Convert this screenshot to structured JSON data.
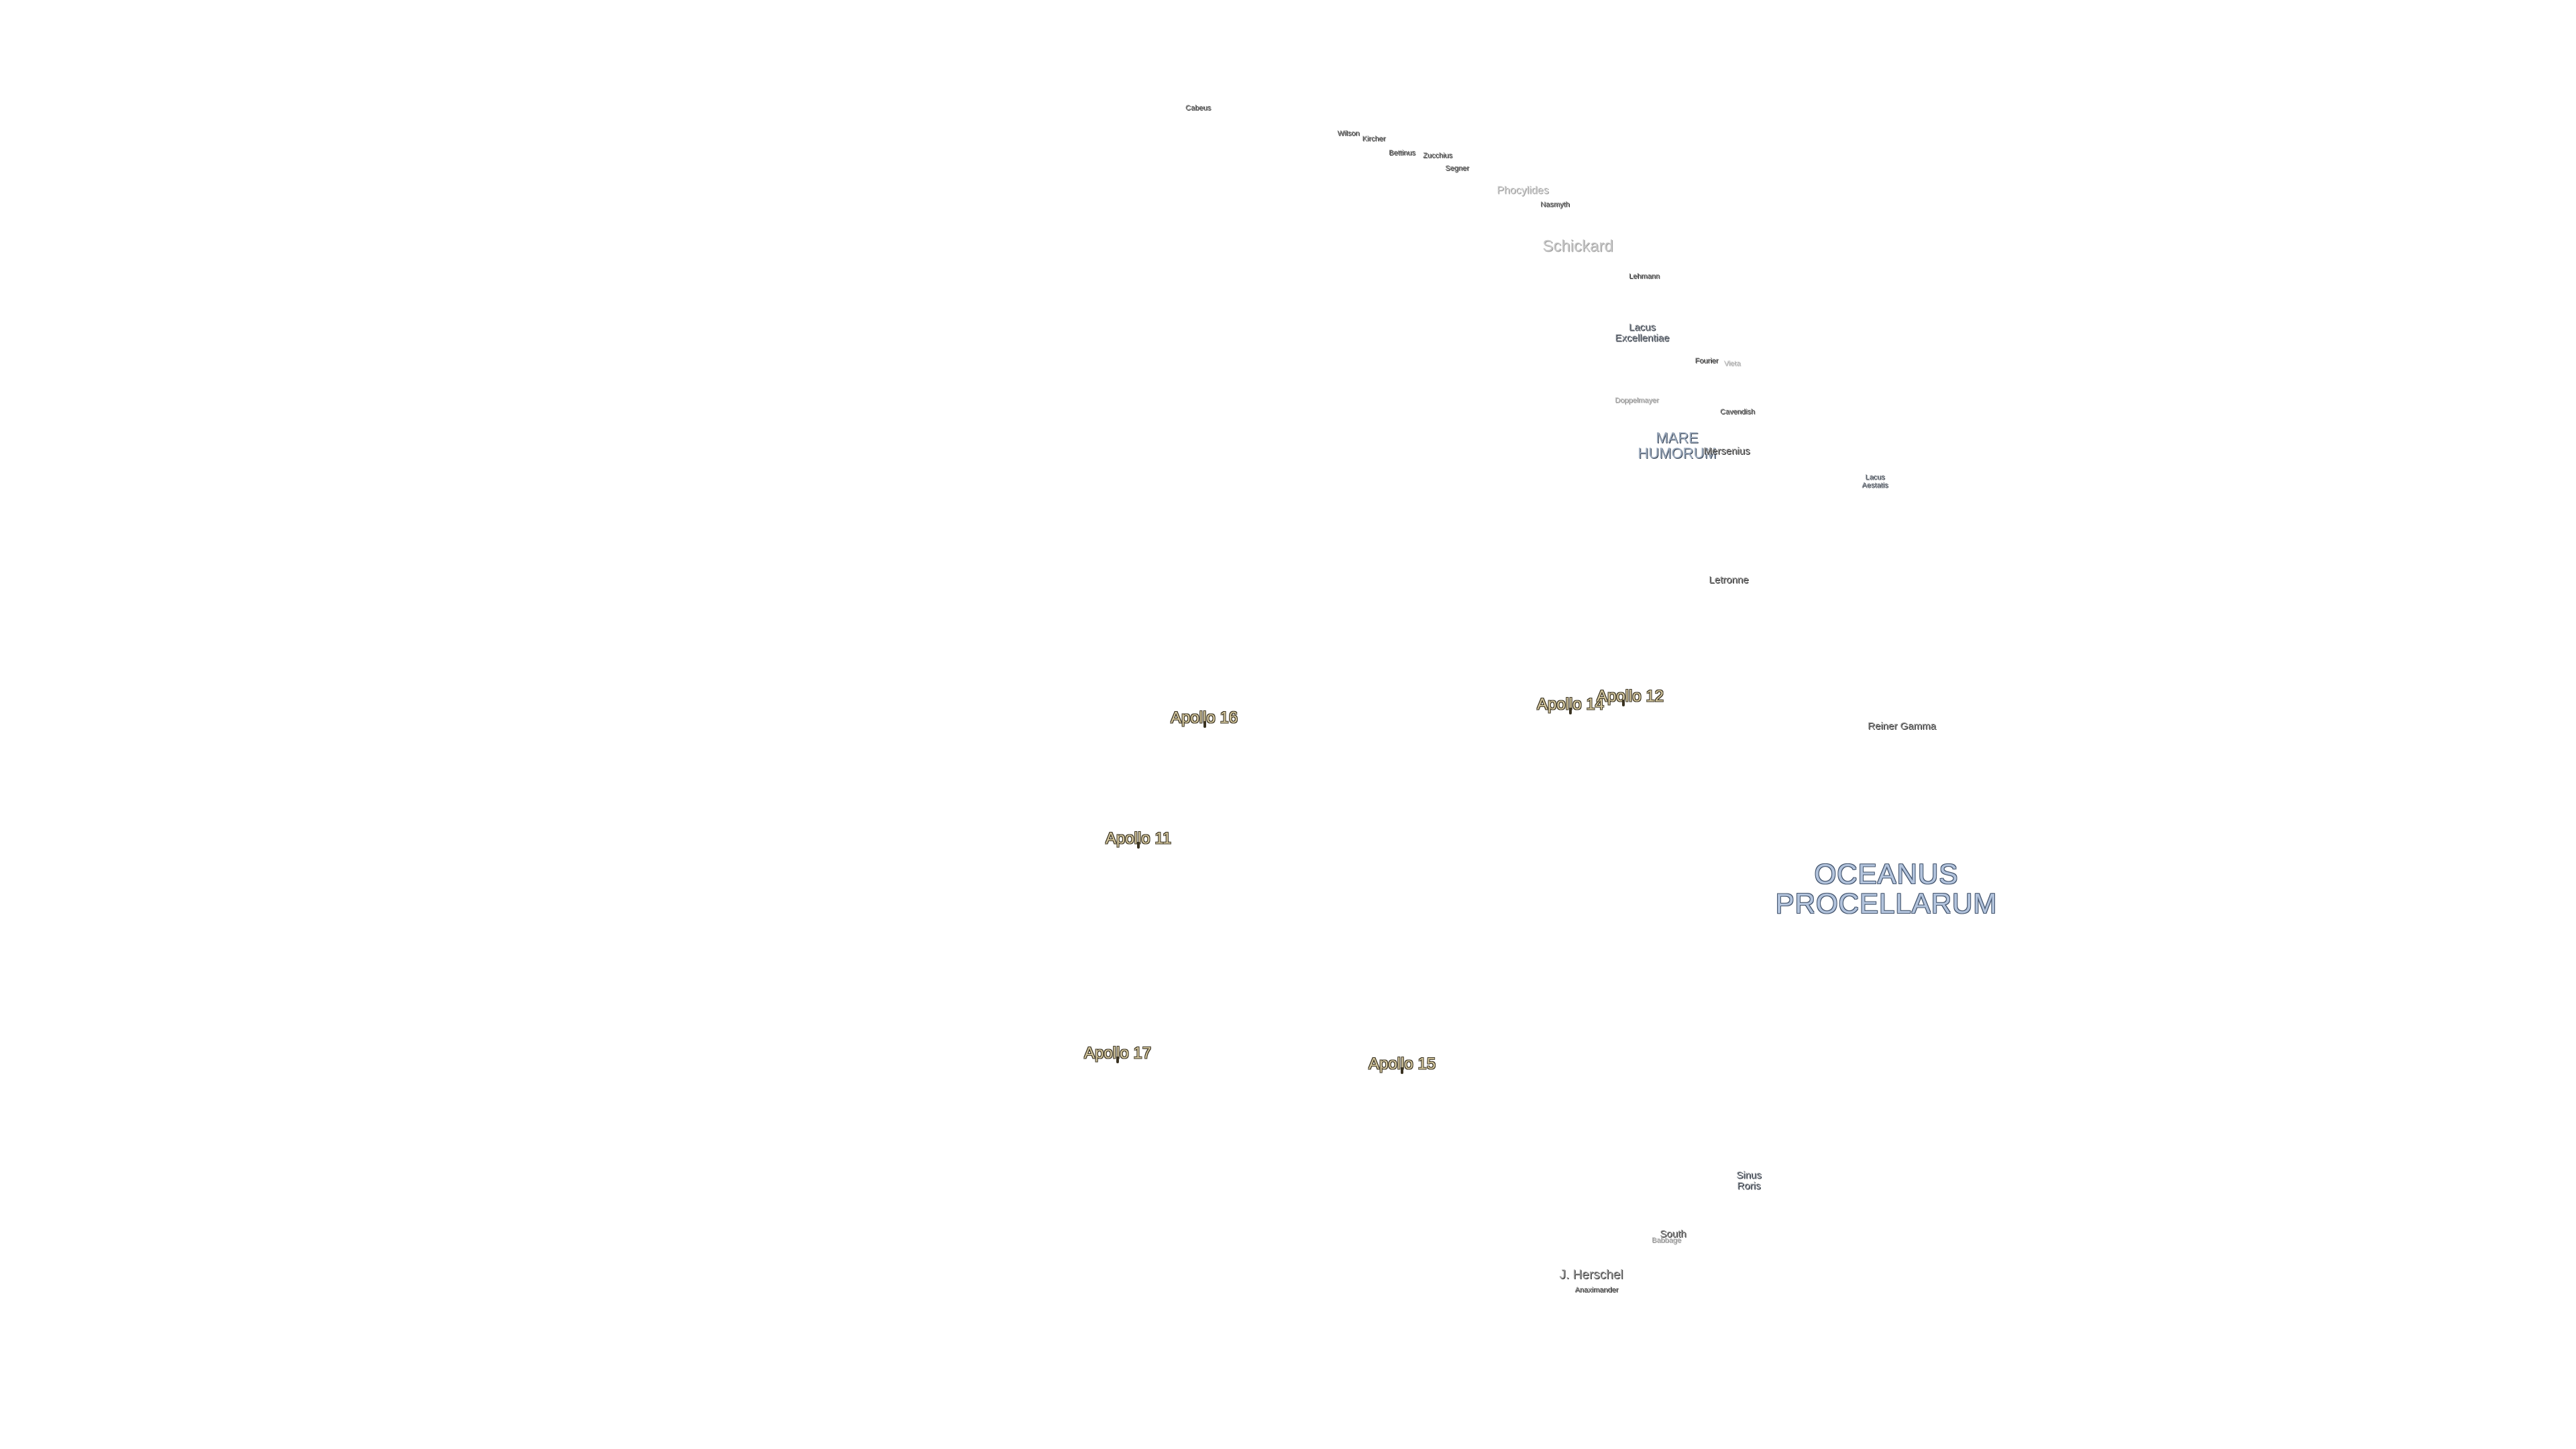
{
  "colors": {
    "background": "#ffffff",
    "apollo_fill": "#d6c9a0",
    "ocean_fill": "#b2c3dc",
    "mare_fill": "#9aa8bb",
    "crater_fill": "#8a8a8a"
  },
  "labels": {
    "cabeus": "Cabeus",
    "wilson": "Wilson",
    "kircher": "Kircher",
    "bettinus": "Bettinus",
    "zucchius": "Zucchius",
    "segner": "Segner",
    "phocylides": "Phocylides",
    "nasmyth": "Nasmyth",
    "schickard": "Schickard",
    "lehmann": "Lehmann",
    "lacus_excellentiae": "Lacus\nExcellentiae",
    "fourier": "Fourier",
    "vieta": "Vieta",
    "doppelmayer": "Doppelmayer",
    "cavendish": "Cavendish",
    "mare_humorum": "MARE\nHUMORUM",
    "mersenius": "Mersenius",
    "lacus_aestatis": "Lacus\nAestatis",
    "letronne": "Letronne",
    "reiner_gamma": "Reiner Gamma",
    "oceanus_procellarum": "OCEANUS\nPROCELLARUM",
    "sinus_roris": "Sinus\nRoris",
    "south": "South",
    "babbage": "Babbage",
    "j_herschel": "J. Herschel",
    "anaximander": "Anaximander"
  },
  "apollo_sites": {
    "apollo_11": "Apollo 11",
    "apollo_12": "Apollo 12",
    "apollo_14": "Apollo 14",
    "apollo_15": "Apollo 15",
    "apollo_16": "Apollo 16",
    "apollo_17": "Apollo 17"
  }
}
